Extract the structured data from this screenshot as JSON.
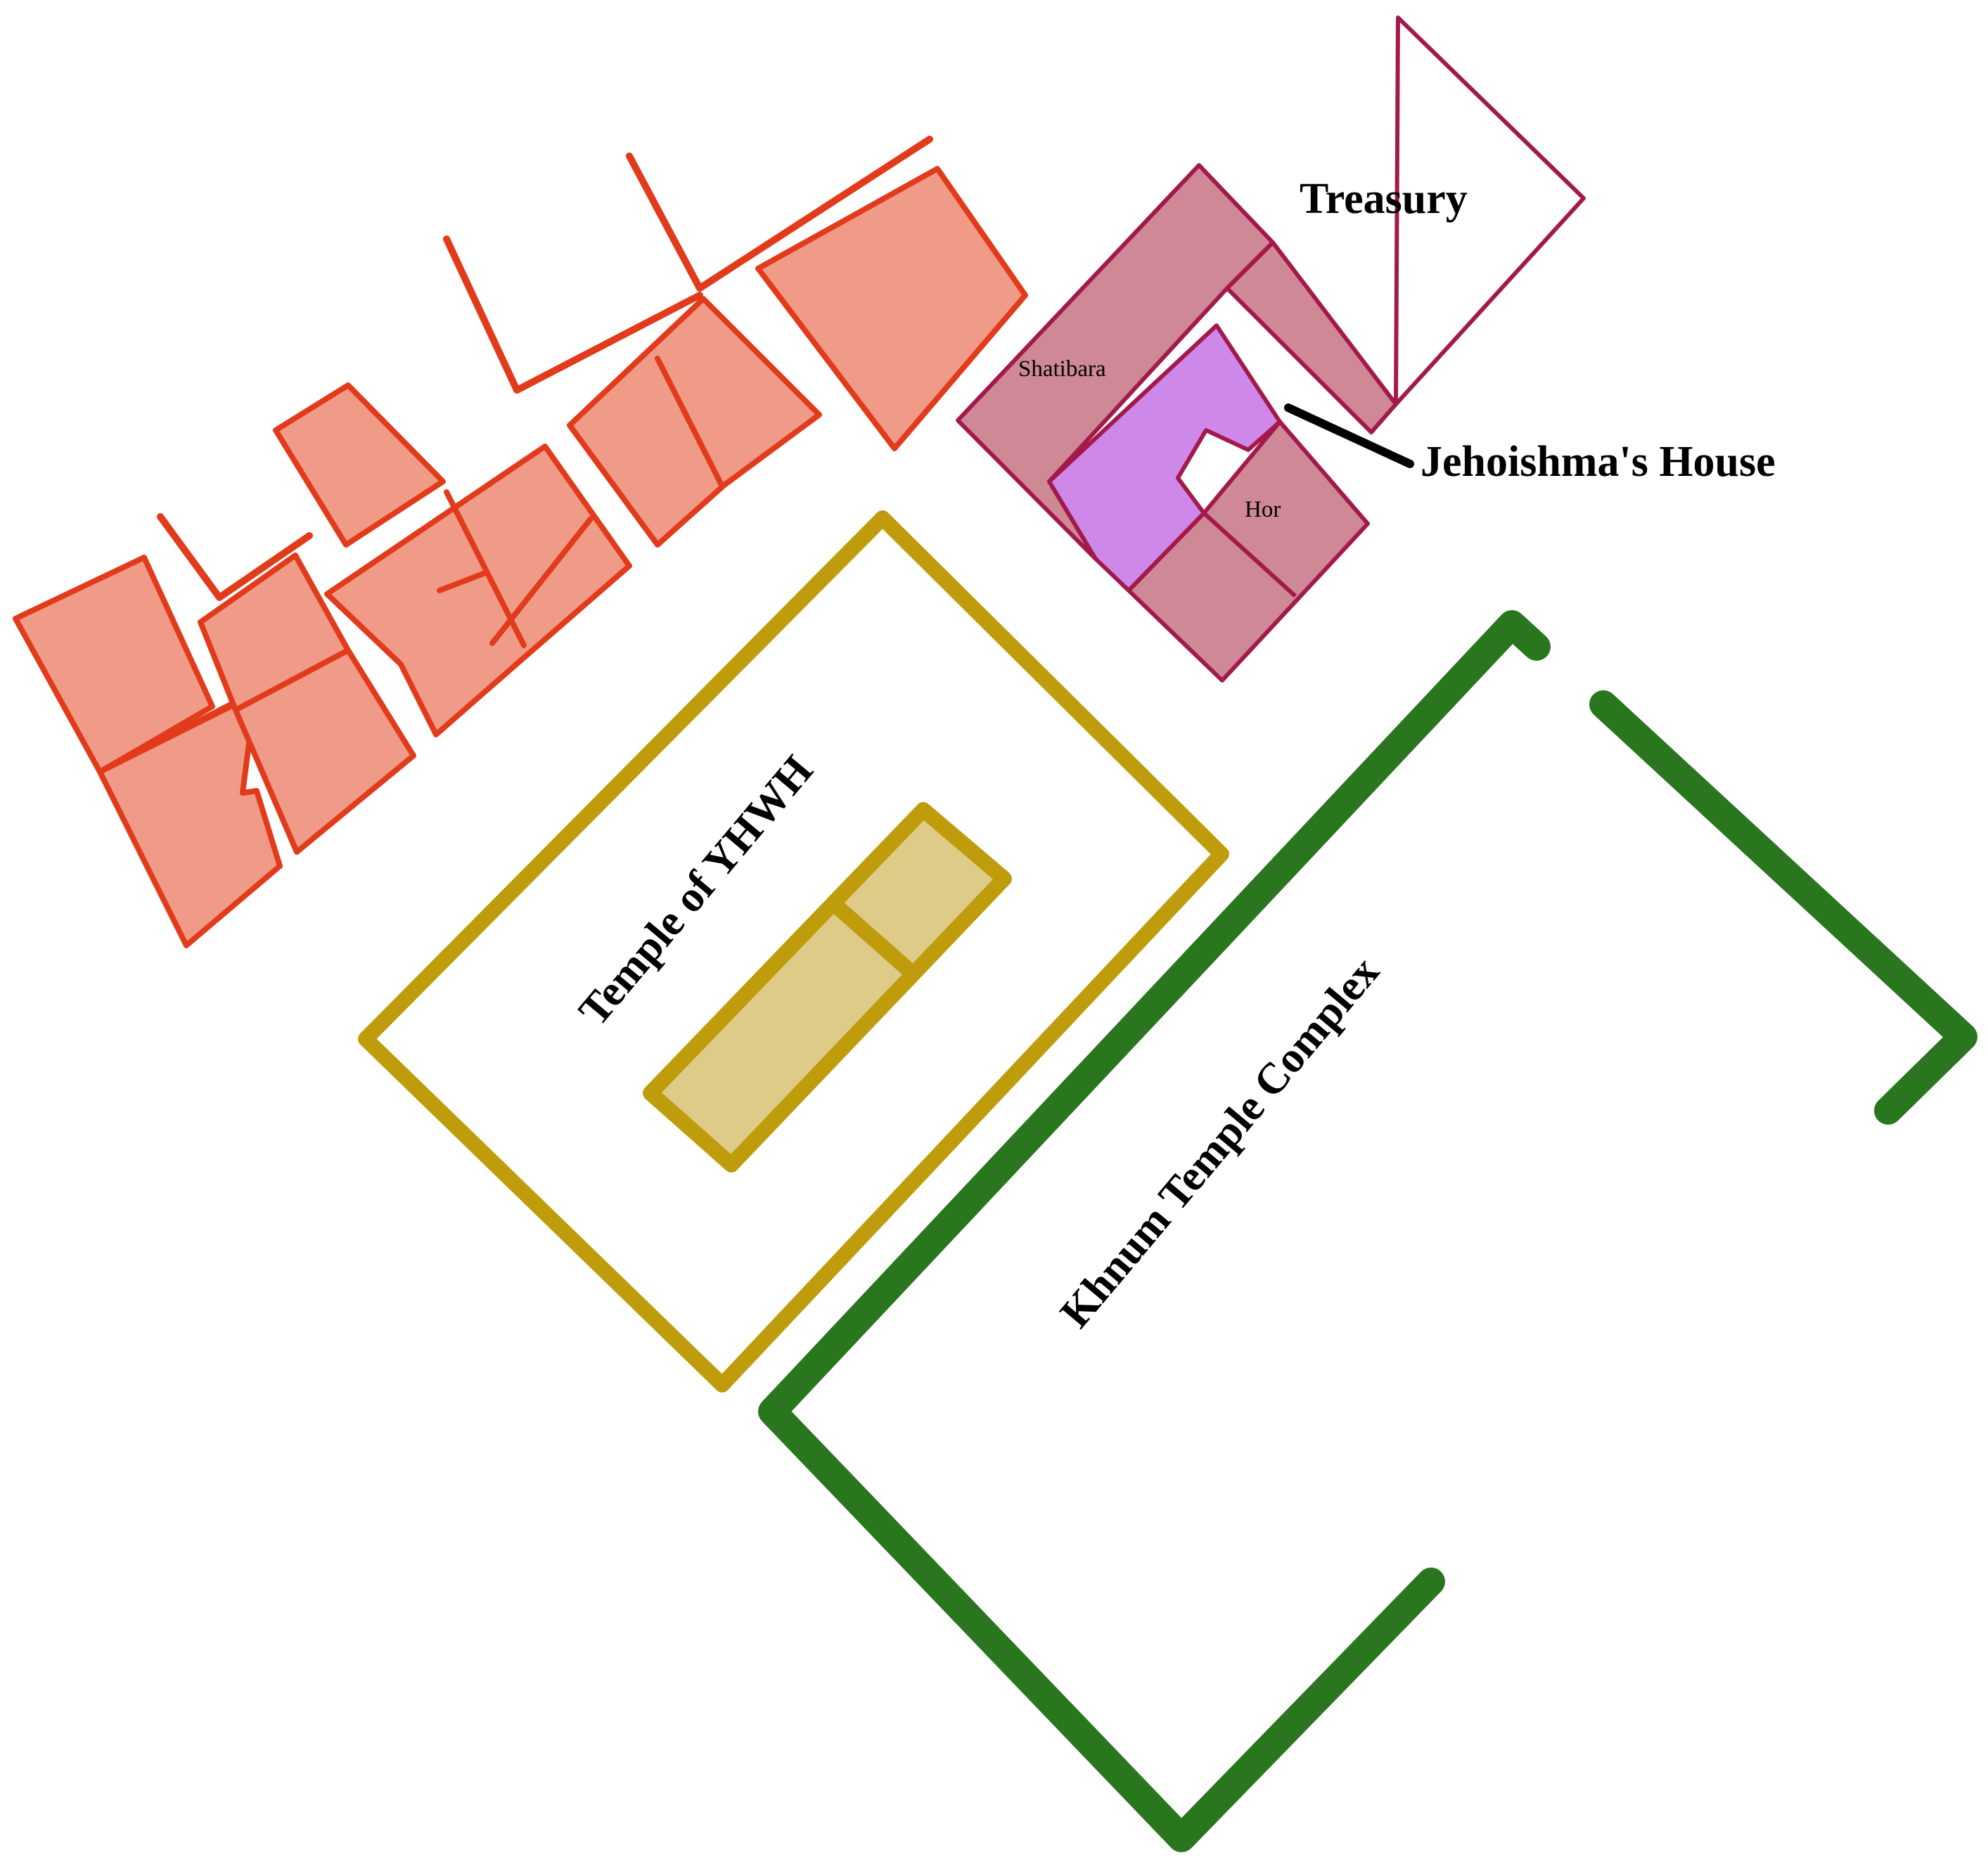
{
  "labels": {
    "treasury": "Treasury",
    "shatibara": "Shatibara",
    "hor": "Hor",
    "jehoishma": "Jehoishma's House",
    "temple_yhwh": "Temple of YHWH",
    "khnum": "Khnum Temple Complex"
  },
  "colors": {
    "houses_fill": "#f09a88",
    "houses_stroke": "#e23b1b",
    "pink_fill": "#cf8896",
    "pink_stroke": "#a31a4a",
    "violet_fill": "#cd88ea",
    "temple_stroke": "#bf9c0c",
    "temple_fill": "#decb87",
    "khnum_stroke": "#2a761f",
    "pointer": "#000000"
  }
}
